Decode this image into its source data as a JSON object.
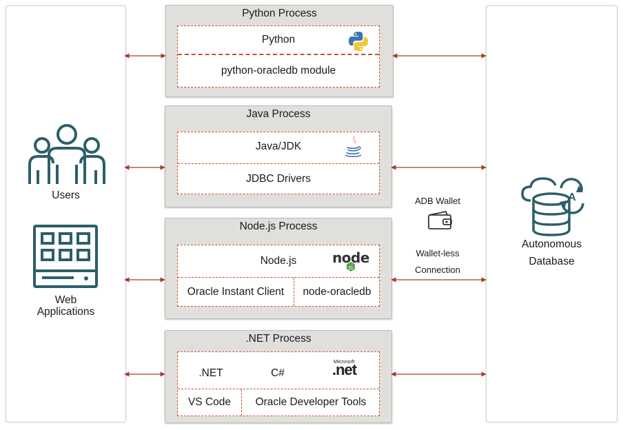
{
  "left_panel": {
    "users_label": "Users",
    "web_apps_label_line1": "Web",
    "web_apps_label_line2": "Applications"
  },
  "python_process": {
    "title": "Python Process",
    "runtime": "Python",
    "driver": "python-oracledb module"
  },
  "java_process": {
    "title": "Java Process",
    "runtime": "Java/JDK",
    "driver": "JDBC Drivers"
  },
  "node_process": {
    "title": "Node.js Process",
    "runtime": "Node.js",
    "client": "Oracle Instant Client",
    "driver": "node-oracledb",
    "logo_text": "node"
  },
  "dotnet_process": {
    "title": ".NET Process",
    "runtime": ".NET",
    "language": "C#",
    "ide": "VS Code",
    "tools": "Oracle Developer Tools",
    "logo_small": "Microsoft",
    "logo_big": ".net"
  },
  "connection": {
    "wallet_label": "ADB Wallet",
    "walletless_line1": "Wallet-less",
    "walletless_line2": "Connection"
  },
  "right_panel": {
    "db_label_line1": "Autonomous",
    "db_label_line2": "Database",
    "db_badge": "A"
  },
  "colors": {
    "accent_teal": "#2b5f6a",
    "dashed_border": "#c8502a",
    "arrow": "#a83a2c",
    "process_bg": "#e0dfdc"
  }
}
